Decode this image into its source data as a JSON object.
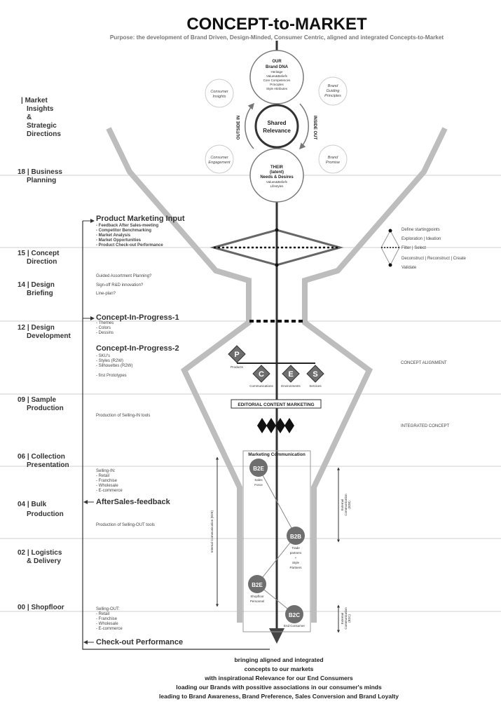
{
  "title": "CONCEPT-to-MARKET",
  "subtitle": "Purpose: the development of Brand Driven, Design-Minded, Consumer Centric, aligned and integrated Concepts-to-Market",
  "phases": [
    {
      "lines": [
        "| Market",
        "Insights",
        "&",
        "Strategic",
        "Directions"
      ]
    },
    {
      "lines": [
        "18 | Business",
        "Planning"
      ]
    },
    {
      "lines": [
        "15 | Concept",
        "Direction"
      ]
    },
    {
      "lines": [
        "14 | Design",
        "Briefing"
      ]
    },
    {
      "lines": [
        "12 | Design",
        "Development"
      ]
    },
    {
      "lines": [
        "09 | Sample",
        "Production"
      ]
    },
    {
      "lines": [
        "06 | Collection",
        "Presentation"
      ]
    },
    {
      "lines": [
        "04 | Bulk",
        "Production"
      ]
    },
    {
      "lines": [
        "02 | Logistics",
        "& Delivery"
      ]
    },
    {
      "lines": [
        "00 | Shopfloor"
      ]
    }
  ],
  "brand_dna": {
    "title": [
      "OUR",
      "Brand DNA"
    ],
    "items": [
      "Heritage",
      "Values&Beliefs",
      "Core Competences",
      "Principles",
      "Style Attributes"
    ]
  },
  "shared": [
    "Shared",
    "Relevance"
  ],
  "their": {
    "title": [
      "THEIR",
      "(latent)",
      "Needs & Desires"
    ],
    "items": [
      "Values&Beliefs",
      "Lifestyles"
    ]
  },
  "satellites": {
    "consumer_insights": [
      "Consumer",
      "Insights"
    ],
    "brand_guiding": [
      "Brand",
      "Guiding",
      "Principles"
    ],
    "consumer_engagement": [
      "Consumer",
      "Engagement"
    ],
    "brand_promise": [
      "Brand",
      "Promise"
    ]
  },
  "outside_in": "OUTSIDE IN",
  "inside_out": "INSIDE OUT",
  "pmi": {
    "title": "Product Marketing Input",
    "items": [
      "- Feedback After Sales-meeting",
      "- Competitor Benchmarking",
      "- Market Analysis",
      "- Market Opportunities",
      "- Product Check-out Performance"
    ]
  },
  "briefing_notes": [
    "Guided Assortment Planning?",
    "Sign-off R&D innovation?",
    "Line-plan?"
  ],
  "cip1": {
    "title": "Concept-In-Progress-1",
    "items": [
      "- Themes",
      "- Colors",
      "- Dessins"
    ]
  },
  "cip2": {
    "title": "Concept-In-Progress-2",
    "items": [
      "- SKU's",
      "- Styles (R2W)",
      "- Silhouettes (R2W)"
    ],
    "extra": "- first Prototypes"
  },
  "selling_in_tools": "Production of Selling-IN tools",
  "selling_in": [
    "Selling-IN:",
    "- Retail",
    "- Franchise",
    "- Wholesale",
    "- E-commerce"
  ],
  "aftersales": "AfterSales-feedback",
  "selling_out_tools": "Production of Selling-OUT tools",
  "selling_out": [
    "Selling-OUT:",
    "- Retail",
    "- Franchise",
    "- Wholesale",
    "- E-commerce"
  ],
  "checkout": "Check-out Performance",
  "legend": [
    "Define startingpoints",
    "Exploration | Ideation",
    "Filter | Select",
    "Deconstruct | Reconstruct | Create",
    "Validate"
  ],
  "pces": [
    {
      "letter": "P",
      "label": "Products"
    },
    {
      "letter": "C",
      "label": "Communications"
    },
    {
      "letter": "E",
      "label": "Environments"
    },
    {
      "letter": "S",
      "label": "Services"
    }
  ],
  "concept_alignment": "CONCEPT ALIGNMENT",
  "editorial": "EDITORIAL CONTENT MARKETING",
  "integrated_concept": "INTEGRATED CONCEPT",
  "mc": {
    "title": "Marketing Communication",
    "nodes": [
      {
        "code": "B2E",
        "label": [
          "Sales",
          "Force"
        ]
      },
      {
        "code": "B2B",
        "label": [
          "Trade",
          "partners",
          "+",
          "Style",
          "Partners"
        ]
      },
      {
        "code": "B2E",
        "label": [
          "Shopfloor",
          "Personnel"
        ]
      },
      {
        "code": "B2C",
        "label": [
          "End Consumer"
        ]
      }
    ]
  },
  "internal_comm": "Internal Communication (B2E)",
  "ext_b2b": [
    "External",
    "Communication",
    "(B2B)"
  ],
  "ext_b2c": [
    "External",
    "Communication",
    "(B2C)"
  ],
  "footer": [
    "bringing aligned and integrated",
    "concepts to our markets",
    "with inspirational Relevance for our End Consumers",
    "loading our Brands with possitive associations in our consumer's minds",
    "leading to Brand Awareness, Brand Preference, Sales Conversion and Brand Loyalty"
  ],
  "colors": {
    "funnel": "#bdbdbd",
    "node": "#6e6e6e",
    "line": "#333333"
  }
}
